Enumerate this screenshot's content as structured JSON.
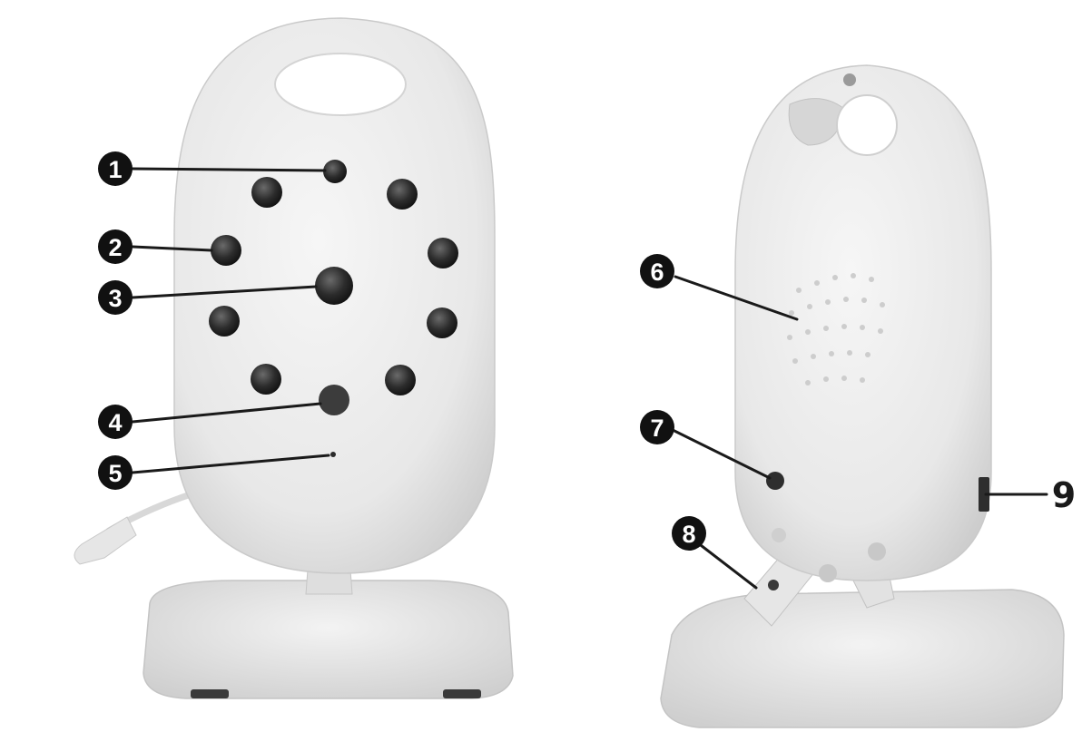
{
  "callouts": {
    "c1": "1",
    "c2": "2",
    "c3": "3",
    "c4": "4",
    "c5": "5",
    "c6": "6",
    "c7": "7",
    "c8": "8",
    "c9": "9"
  },
  "colors": {
    "background": "#ffffff",
    "body": "#eaeaea",
    "body_shadow": "#cfcfcf",
    "ir_led": "#2e2e2e",
    "leader_line": "#1a1a1a"
  }
}
